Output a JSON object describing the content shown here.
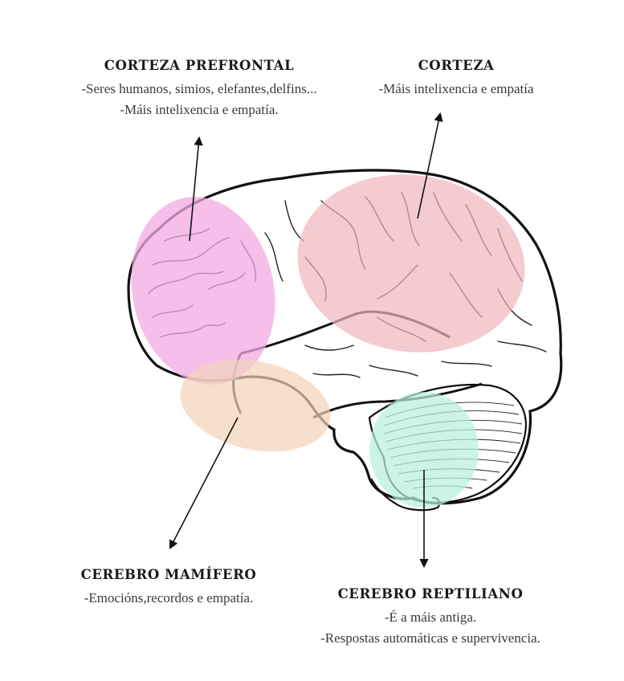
{
  "colors": {
    "prefrontal": "#f3a9e3",
    "cortex": "#efb5bd",
    "mammalian": "#f2d3b8",
    "reptilian": "#b7f0d9",
    "outline": "#111111",
    "arrow": "#111111"
  },
  "labels": {
    "prefrontal": {
      "title": "CORTEZA PREFRONTAL",
      "lines": [
        "-Seres humanos, simios, elefantes,delfins...",
        "-Máis intelixencia e empatía."
      ]
    },
    "cortex": {
      "title": "CORTEZA",
      "lines": [
        "-Máis intelixencia e empatía"
      ]
    },
    "mammalian": {
      "title": "CEREBRO MAMÍFERO",
      "lines": [
        "-Emocións,recordos e empatía."
      ]
    },
    "reptilian": {
      "title": "CEREBRO REPTILIANO",
      "lines": [
        "-É a máis antiga.",
        "-Respostas automáticas e supervivencia."
      ]
    }
  }
}
